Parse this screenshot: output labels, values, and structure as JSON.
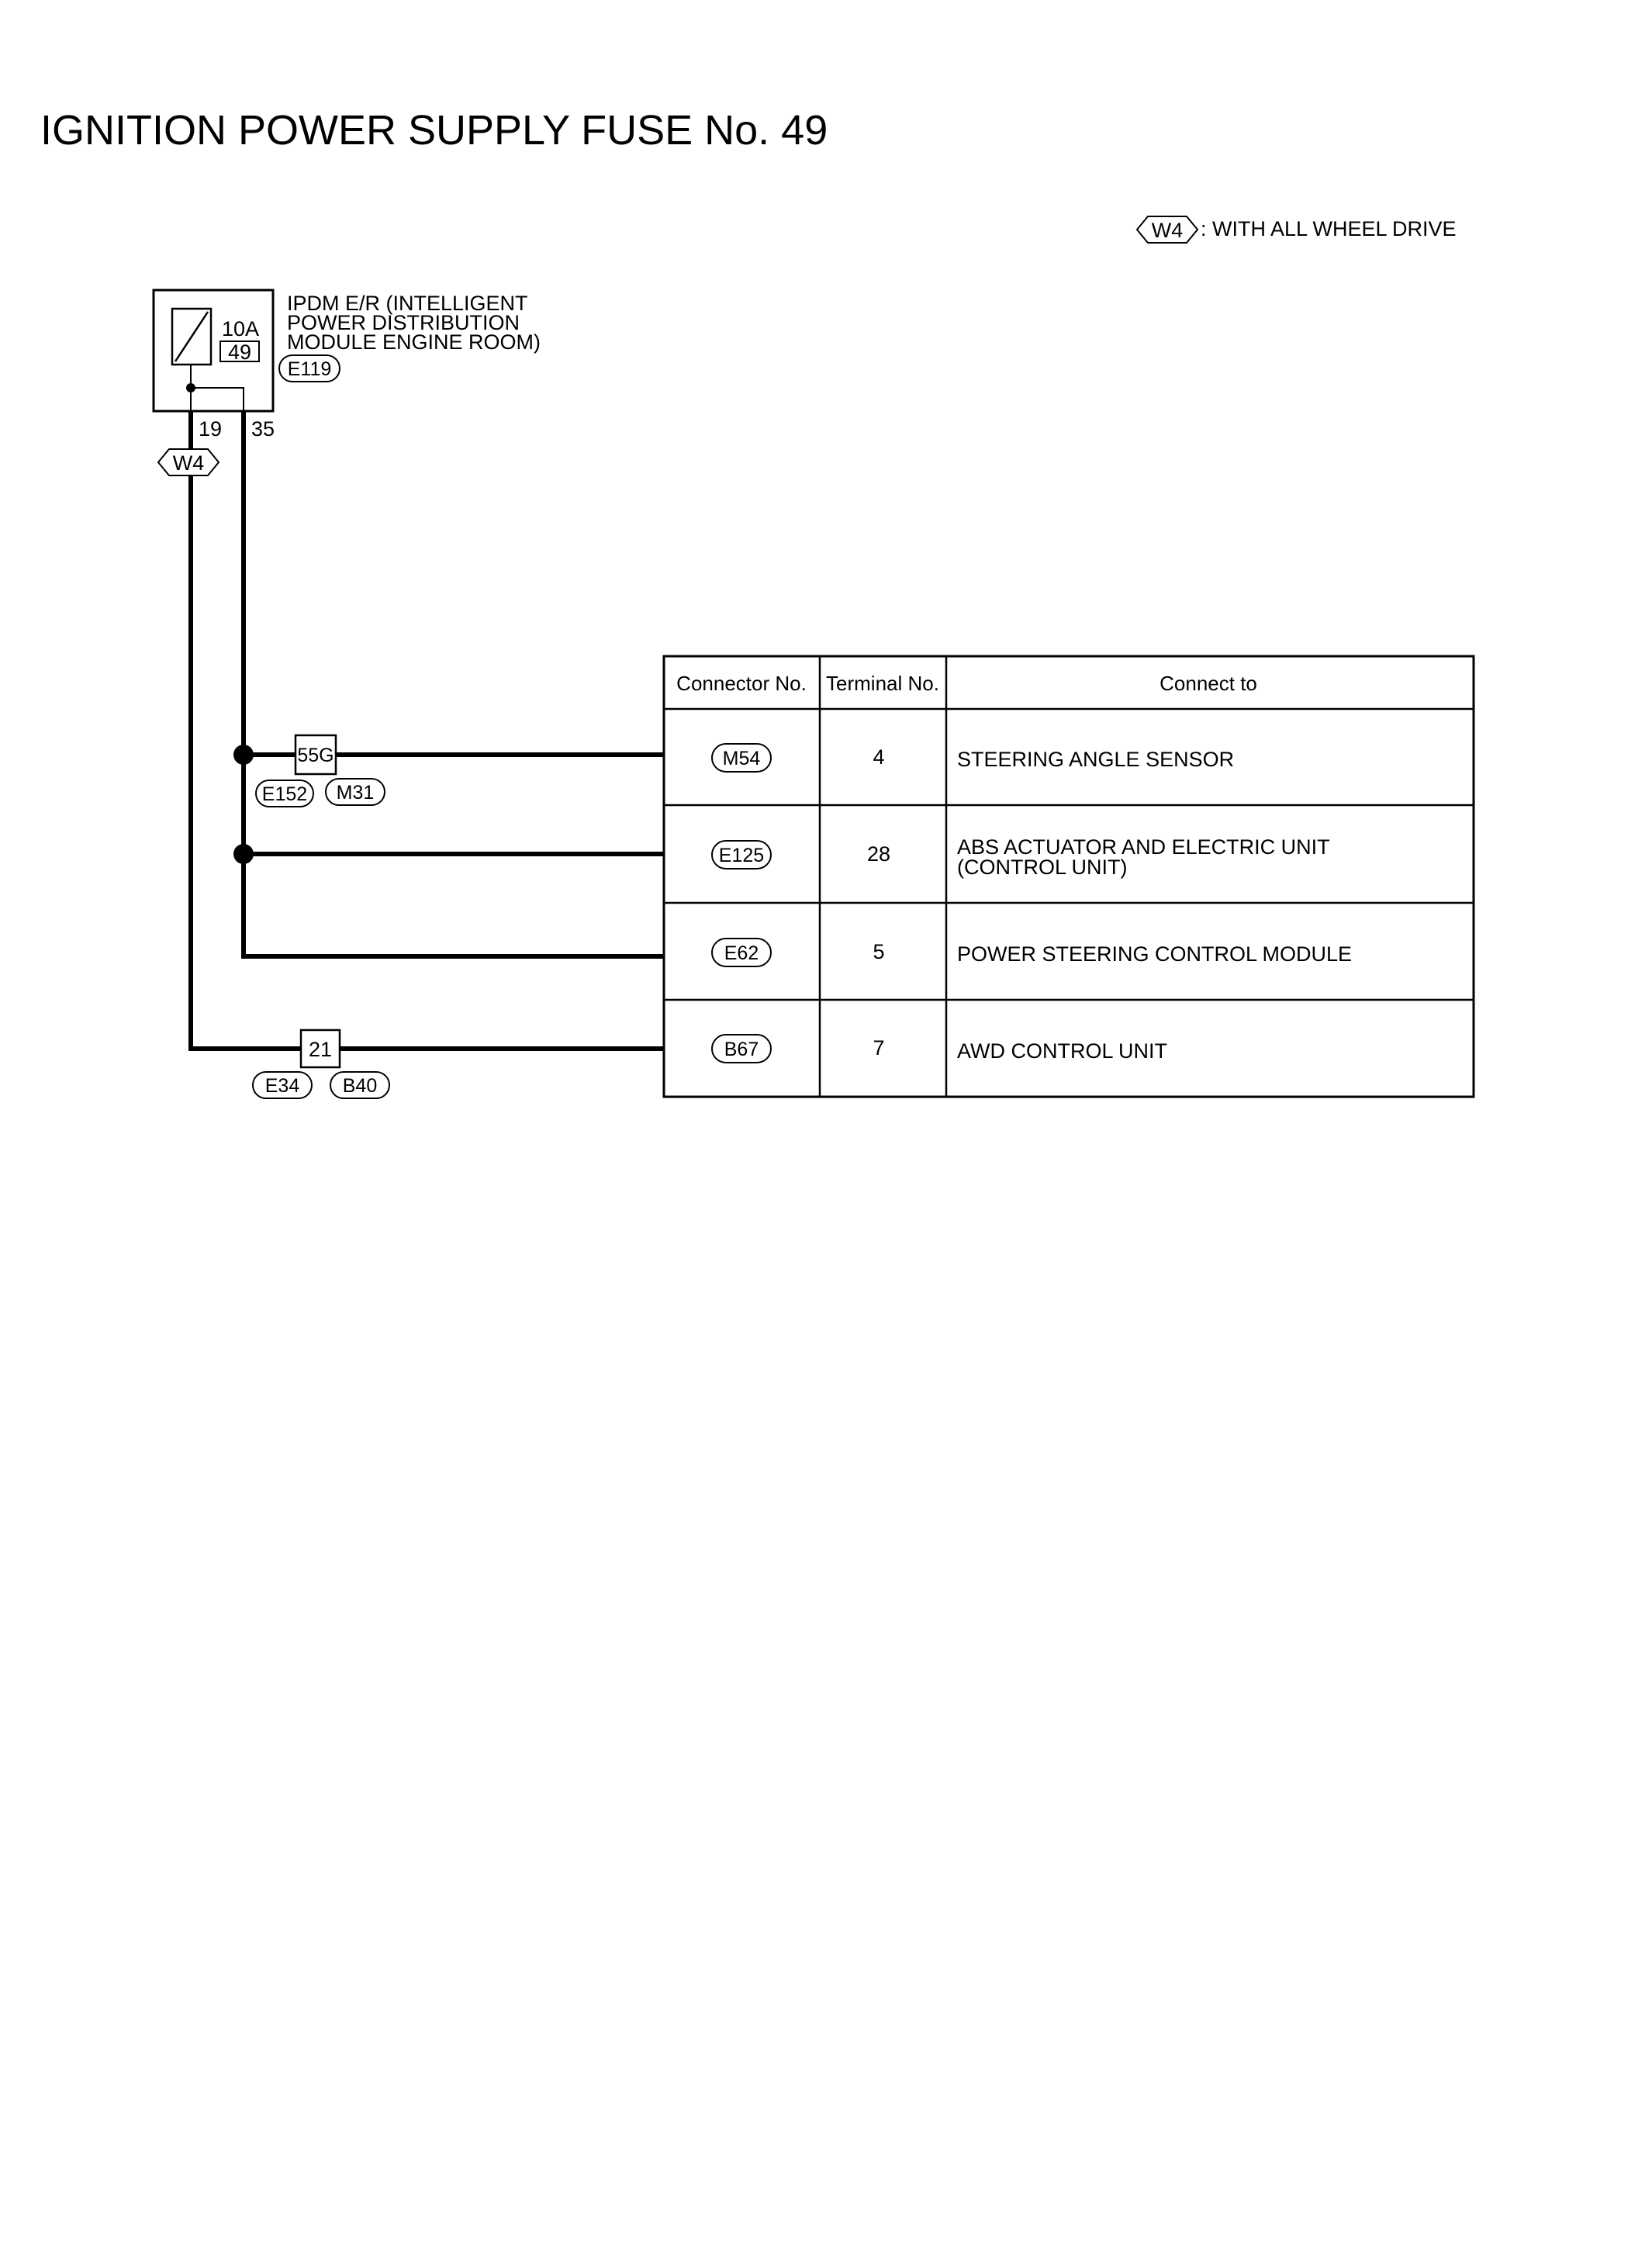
{
  "title": "IGNITION POWER SUPPLY FUSE No. 49",
  "legend": {
    "code": "W4",
    "text": ": WITH ALL WHEEL DRIVE"
  },
  "ipdm": {
    "name_lines": [
      "IPDM E/R (INTELLIGENT",
      "POWER DISTRIBUTION",
      "MODULE ENGINE ROOM)"
    ],
    "connector": "E119",
    "fuse_rating": "10A",
    "fuse_number": "49",
    "terminal_left": "19",
    "terminal_right": "35",
    "option_code": "W4"
  },
  "splices": {
    "upper": {
      "terminal": "55G",
      "connectors": [
        "E152",
        "M31"
      ]
    },
    "lower": {
      "terminal": "21",
      "connectors": [
        "E34",
        "B40"
      ]
    }
  },
  "table": {
    "headers": [
      "Connector No.",
      "Terminal No.",
      "Connect to"
    ],
    "rows": [
      {
        "connector": "M54",
        "terminal": "4",
        "connect_to": [
          "STEERING ANGLE SENSOR"
        ]
      },
      {
        "connector": "E125",
        "terminal": "28",
        "connect_to": [
          "ABS ACTUATOR AND ELECTRIC UNIT",
          "(CONTROL UNIT)"
        ]
      },
      {
        "connector": "E62",
        "terminal": "5",
        "connect_to": [
          "POWER STEERING CONTROL MODULE"
        ]
      },
      {
        "connector": "B67",
        "terminal": "7",
        "connect_to": [
          "AWD CONTROL UNIT"
        ]
      }
    ]
  }
}
